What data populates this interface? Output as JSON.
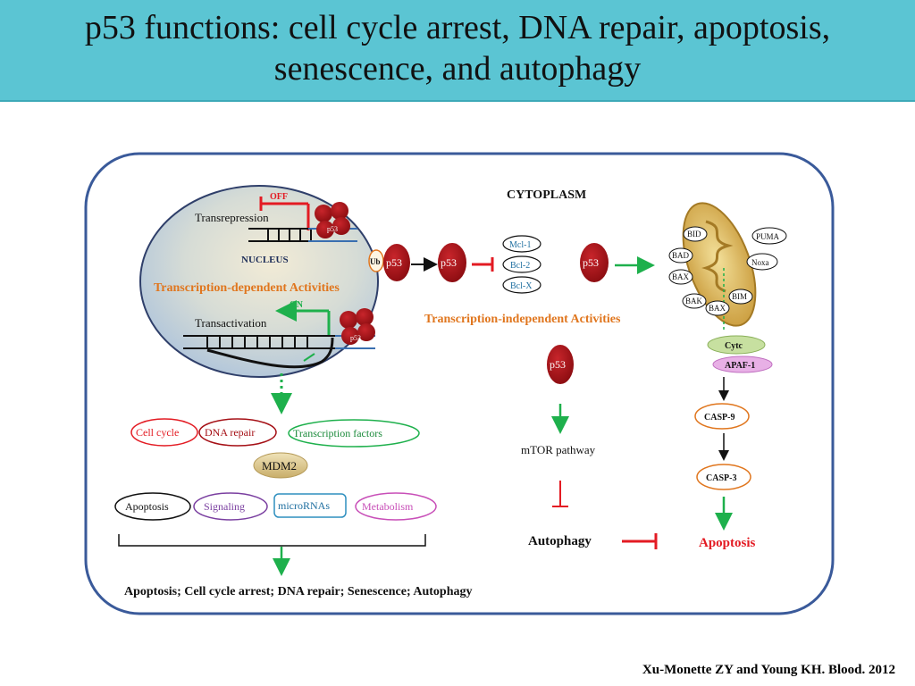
{
  "title": {
    "line1": "p53 functions: cell cycle arrest, DNA repair, apoptosis,",
    "line2": "senescence, and autophagy"
  },
  "citation": "Xu-Monette ZY and Young KH. Blood. 2012",
  "diagram": {
    "cytoplasm_label": "CYTOPLASM",
    "nucleus_label": "NUCLEUS",
    "off_label": "OFF",
    "on_label": "ON",
    "transrepression": "Transrepression",
    "transactivation": "Transactivation",
    "dependent_activities": "Transcription-dependent Activities",
    "independent_activities": "Transcription-independent Activities",
    "p53": "p53",
    "ub": "Ub",
    "bcl_family": [
      "Mcl-1",
      "Bcl-2",
      "Bcl-X"
    ],
    "mito_proteins": {
      "bid": "BID",
      "puma": "PUMA",
      "bad": "BAD",
      "noxa": "Noxa",
      "bax_top": "BAX",
      "bak": "BAK",
      "bim": "BIM",
      "bax_bottom": "BAX"
    },
    "cytc": "Cytc",
    "apaf1": "APAF-1",
    "casp9": "CASP-9",
    "casp3": "CASP-3",
    "apoptosis_red": "Apoptosis",
    "mtor": "mTOR pathway",
    "autophagy": "Autophagy",
    "targets_row1": [
      "Cell cycle",
      "DNA repair",
      "Transcription factors"
    ],
    "mdm2": "MDM2",
    "targets_row2": [
      "Apoptosis",
      "Signaling",
      "microRNAs",
      "Metabolism"
    ],
    "outcome": "Apoptosis; Cell cycle arrest; DNA repair; Senescence; Autophagy",
    "colors": {
      "title_bg": "#5bc5d3",
      "p53_fill": "#a51016",
      "green_arrow": "#1eb04c",
      "red_inhibit": "#e31b23",
      "border_blue": "#3a5a9a",
      "orange_label": "#e0761e"
    }
  }
}
